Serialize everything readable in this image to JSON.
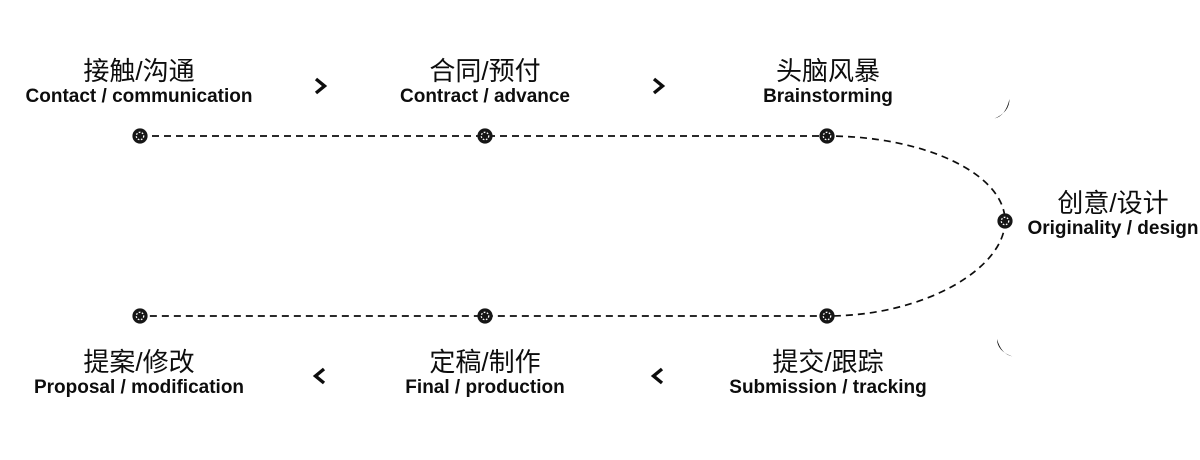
{
  "colors": {
    "ink": "#0d0d0d",
    "background": "#ffffff",
    "node_fill": "#161616",
    "node_ring": "#ffffff"
  },
  "stages": [
    {
      "zh": "接触/沟通",
      "en": "Contact / communication"
    },
    {
      "zh": "合同/预付",
      "en": "Contract / advance"
    },
    {
      "zh": "头脑风暴",
      "en": "Brainstorming"
    },
    {
      "zh": "创意/设计",
      "en": "Originality / design"
    },
    {
      "zh": "提交/跟踪",
      "en": "Submission / tracking"
    },
    {
      "zh": "定稿/制作",
      "en": "Final / production"
    },
    {
      "zh": "提案/修改",
      "en": "Proposal / modification"
    }
  ],
  "icons": {
    "chevron_right": "›",
    "chevron_left": "‹",
    "curve_arrow_top": "curved swoosh pointing along bend (clockwise)",
    "curve_arrow_bottom": "curved swoosh pointing along bend (clockwise)",
    "process_node": "black dot with inner dashed white ring"
  }
}
